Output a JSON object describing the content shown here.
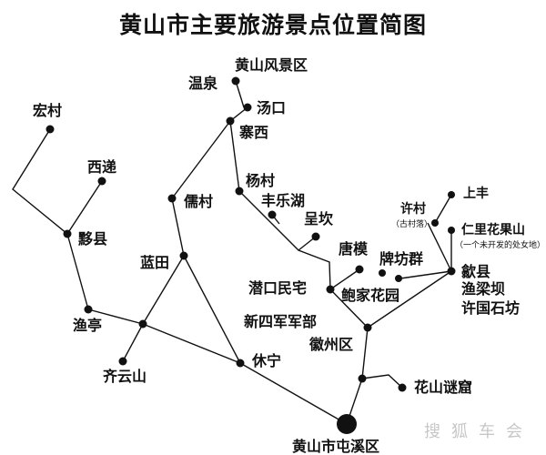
{
  "title": "黄山市主要旅游景点位置简图",
  "watermark": "搜狐车会",
  "colors": {
    "road": "#111111",
    "node": "#111111",
    "text": "#111111"
  },
  "places": [
    {
      "id": "huangshan-scenic",
      "label": "黄山风景区"
    },
    {
      "id": "wenquan",
      "label": "温泉"
    },
    {
      "id": "tangkou",
      "label": "汤口"
    },
    {
      "id": "zhaixi",
      "label": "寨西"
    },
    {
      "id": "hongcun",
      "label": "宏村"
    },
    {
      "id": "xidi",
      "label": "西递"
    },
    {
      "id": "yixian",
      "label": "黟县"
    },
    {
      "id": "rucun",
      "label": "儒村"
    },
    {
      "id": "yangcun",
      "label": "杨村"
    },
    {
      "id": "fengle-lake",
      "label": "丰乐湖"
    },
    {
      "id": "chengkan",
      "label": "呈坎"
    },
    {
      "id": "lantian",
      "label": "蓝田"
    },
    {
      "id": "tangmo",
      "label": "唐模"
    },
    {
      "id": "paifang-group",
      "label": "牌坊群"
    },
    {
      "id": "qiankou",
      "label": "潜口民宅"
    },
    {
      "id": "baojia-garden",
      "label": "鲍家花园"
    },
    {
      "id": "xucun",
      "label": "许村"
    },
    {
      "id": "xucun-note",
      "label": "（古村落）"
    },
    {
      "id": "shangfeng",
      "label": "上丰"
    },
    {
      "id": "renli",
      "label": "仁里花果山"
    },
    {
      "id": "renli-note",
      "label": "（一个未开发的处女地）"
    },
    {
      "id": "shexian",
      "label": "歙县"
    },
    {
      "id": "yuliangba",
      "label": "渔梁坝"
    },
    {
      "id": "xuguo-arch",
      "label": "许国石坊"
    },
    {
      "id": "yuting",
      "label": "渔亭"
    },
    {
      "id": "new4army",
      "label": "新四军军部"
    },
    {
      "id": "huizhou-district",
      "label": "徽州区"
    },
    {
      "id": "qiyunshan",
      "label": "齐云山"
    },
    {
      "id": "xiuning",
      "label": "休宁"
    },
    {
      "id": "huashan-grotto",
      "label": "花山谜窟"
    },
    {
      "id": "tunxi",
      "label": "黄山市屯溪区"
    }
  ]
}
